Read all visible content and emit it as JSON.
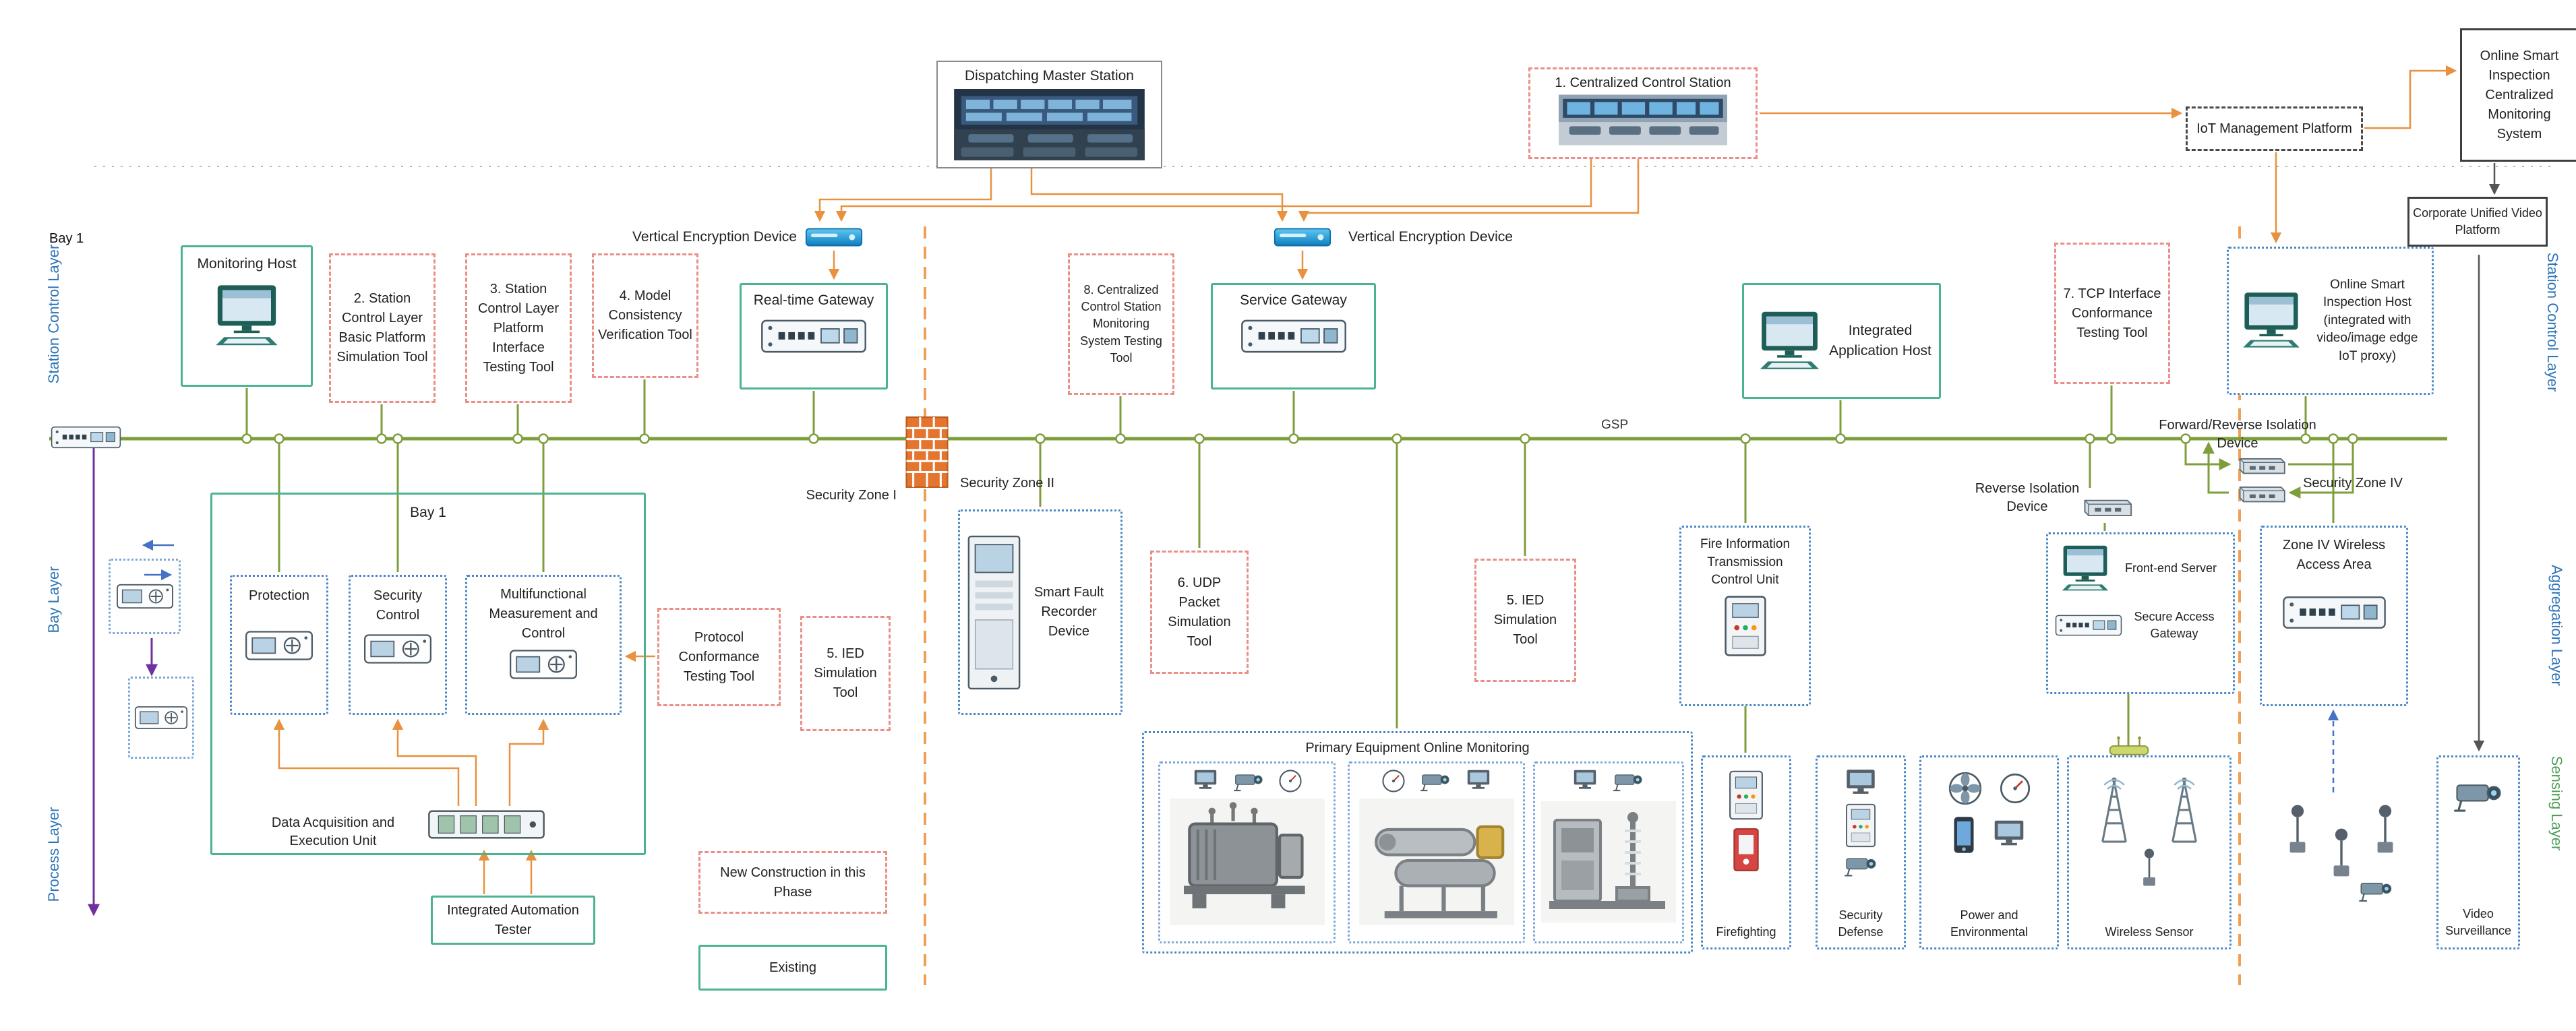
{
  "top": {
    "dispatching_master_station": "Dispatching Master Station",
    "centralized_control_station": "1. Centralized Control Station",
    "iot_platform": "IoT Management Platform",
    "online_cms": "Online Smart Inspection Centralized Monitoring System",
    "corporate_video": "Corporate Unified Video Platform",
    "vertical_encryption_left": "Vertical Encryption Device",
    "vertical_encryption_right": "Vertical Encryption Device"
  },
  "layers": {
    "bay1_tag": "Bay 1",
    "left_station": "Station Control Layer",
    "left_bay": "Bay Layer",
    "left_process": "Process Layer",
    "right_station": "Station Control Layer",
    "right_aggregation": "Aggregation Layer",
    "right_sensing": "Sensing Layer"
  },
  "station_row": {
    "monitoring_host": "Monitoring Host",
    "tool2": "2. Station Control Layer Basic Platform Simulation Tool",
    "tool3": "3. Station Control Layer Platform Interface Testing Tool",
    "tool4": "4. Model Consistency Verification Tool",
    "realtime_gateway": "Real-time Gateway",
    "tool8": "8. Centralized Control Station Monitoring System Testing Tool",
    "service_gateway": "Service Gateway",
    "integrated_app_host": "Integrated Application Host",
    "tool7": "7. TCP Interface Conformance Testing Tool",
    "online_inspection_host": "Online Smart Inspection Host (integrated with video/image edge IoT proxy)"
  },
  "bus": {
    "gsp": "GSP"
  },
  "zones": {
    "zone1": "Security Zone I",
    "zone2": "Security Zone II",
    "zone4": "Security Zone IV"
  },
  "bay": {
    "title": "Bay 1",
    "protection": "Protection",
    "security_control": "Security Control",
    "multifunctional": "Multifunctional Measurement and Control",
    "daeu": "Data Acquisition and Execution Unit",
    "tester": "Integrated Automation Tester"
  },
  "tools_mid": {
    "protocol": "Protocol Conformance Testing Tool",
    "ied1": "5. IED Simulation Tool",
    "udp": "6. UDP Packet Simulation Tool",
    "ied2": "5. IED Simulation Tool"
  },
  "devices": {
    "fault_recorder": "Smart Fault Recorder Device",
    "fire_info": "Fire Information Transmission Control Unit",
    "reverse_isolation": "Reverse Isolation Device",
    "front_end_server": "Front-end Server",
    "secure_access_gateway": "Secure Access Gateway",
    "forward_reverse_isolation": "Forward/Reverse Isolation Device",
    "zone4_wireless": "Zone IV Wireless Access Area"
  },
  "monitoring": {
    "primary_equipment": "Primary Equipment Online Monitoring",
    "firefighting": "Firefighting",
    "security_defense": "Security Defense",
    "power_environmental": "Power and Environmental",
    "wireless_sensor": "Wireless Sensor",
    "video_surveillance": "Video Surveillance"
  },
  "legend": {
    "new_construction": "New Construction in this Phase",
    "existing": "Existing"
  },
  "colors": {
    "green_box": "#4ab392",
    "red_dashed": "#ea8f88",
    "blue_dotted": "#4a86c8",
    "orange": "#e8913f",
    "bus_green": "#7e9e3c",
    "purple": "#7030a0",
    "blue": "#4472c4"
  }
}
